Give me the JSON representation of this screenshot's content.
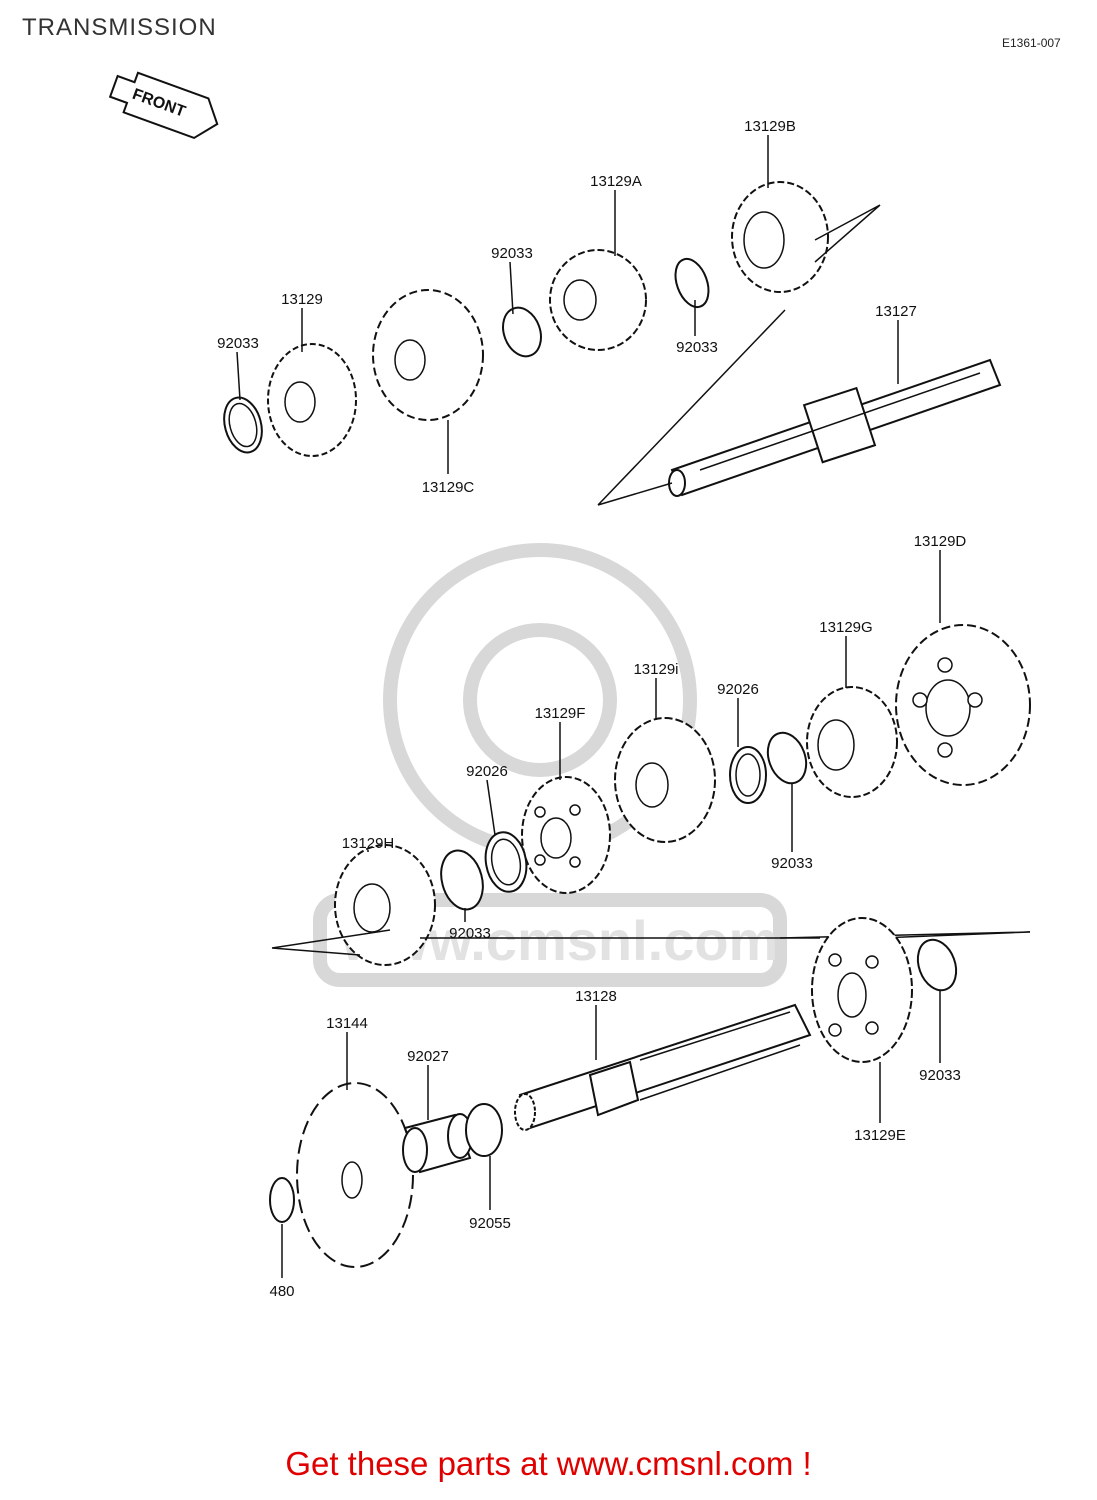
{
  "page": {
    "title": "TRANSMISSION",
    "diagram_code": "E1361-007",
    "front_arrow_label": "FRONT",
    "watermark_text": "www.cmsnl.com",
    "promo_text": "Get these parts at www.cmsnl.com !",
    "promo_color": "#e00000"
  },
  "parts": {
    "p13129B": "13129B",
    "p13129A": "13129A",
    "p92033_top": "92033",
    "p92033_ring_right": "92033",
    "p13129": "13129",
    "p92033_left": "92033",
    "p13129C": "13129C",
    "p13127": "13127",
    "p13129D": "13129D",
    "p13129G": "13129G",
    "p13129i": "13129i",
    "p92026_right": "92026",
    "p13129F": "13129F",
    "p92026_left": "92026",
    "p13129H": "13129H",
    "p92033_mid_right": "92033",
    "p92033_mid_left": "92033",
    "p13128": "13128",
    "p13144": "13144",
    "p92027": "92027",
    "p92055": "92055",
    "p480": "480",
    "p13129E": "13129E",
    "p92033_bottom_right": "92033"
  }
}
